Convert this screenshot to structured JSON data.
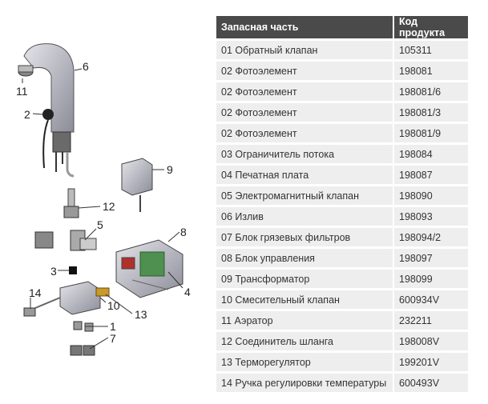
{
  "table": {
    "headers": [
      "Запасная часть",
      "Код продукта"
    ],
    "rows": [
      {
        "part": "01 Обратный клапан",
        "code": "105311"
      },
      {
        "part": "02 Фотоэлемент",
        "code": "198081"
      },
      {
        "part": "02 Фотоэлемент",
        "code": "198081/6"
      },
      {
        "part": "02 Фотоэлемент",
        "code": "198081/3"
      },
      {
        "part": "02 Фотоэлемент",
        "code": "198081/9"
      },
      {
        "part": "03 Ограничитель потока",
        "code": "198084"
      },
      {
        "part": "04 Печатная плата",
        "code": "198087"
      },
      {
        "part": "05 Электромагнитный клапан",
        "code": "198090"
      },
      {
        "part": "06 Излив",
        "code": "198093"
      },
      {
        "part": "07 Блок грязевых фильтров",
        "code": "198094/2"
      },
      {
        "part": "08 Блок управления",
        "code": "198097"
      },
      {
        "part": "09 Трансформатор",
        "code": "198099"
      },
      {
        "part": "10 Смесительный клапан",
        "code": "600934V"
      },
      {
        "part": "11 Аэратор",
        "code": "232211"
      },
      {
        "part": "12 Соединитель шланга",
        "code": "198008V"
      },
      {
        "part": "13 Терморегулятор",
        "code": "199201V"
      },
      {
        "part": "14 Ручка регулировки температуры",
        "code": "600493V"
      }
    ]
  },
  "diagram": {
    "callouts": [
      "1",
      "2",
      "3",
      "4",
      "5",
      "6",
      "7",
      "8",
      "9",
      "10",
      "11",
      "12",
      "13",
      "14"
    ]
  },
  "colors": {
    "header_bg": "#4a4a4a",
    "row_bg": "#eeeeee",
    "part_fill": "#c8c8d0",
    "pcb_green": "#4f8f4f",
    "sensor_red": "#b0302a"
  }
}
